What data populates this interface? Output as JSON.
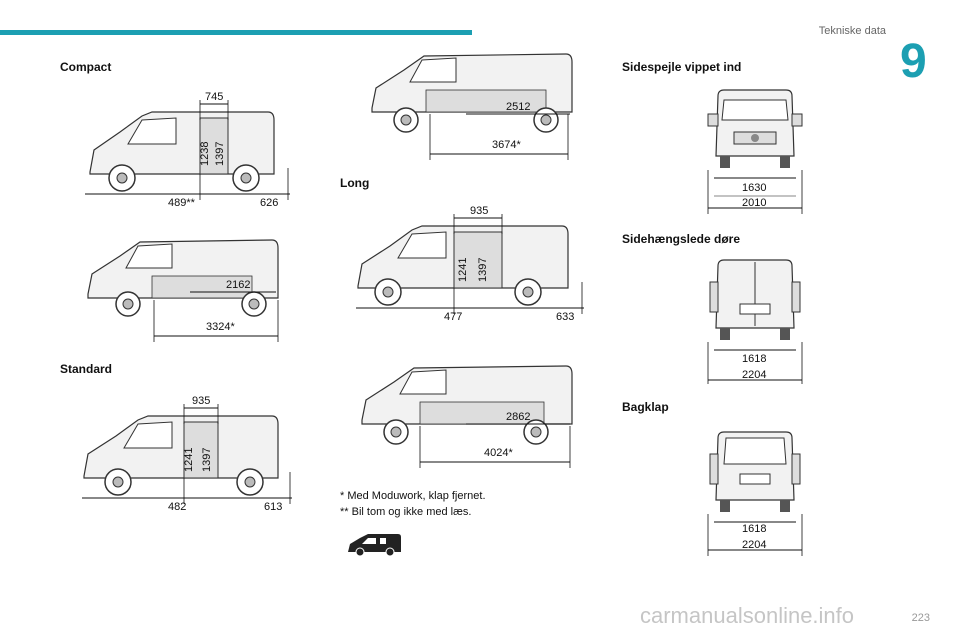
{
  "header": {
    "title": "Tekniske data",
    "chapter": "9"
  },
  "sections": {
    "compact": "Compact",
    "standard": "Standard",
    "long": "Long",
    "mirrors": "Sidespejle vippet ind",
    "side_doors": "Sidehængslede døre",
    "tailgate": "Bagklap"
  },
  "dims": {
    "compact_top": {
      "width": "745",
      "h1": "1238",
      "h2": "1397",
      "left": "489**",
      "right": "626"
    },
    "compact_bottom": {
      "inner": "2162",
      "outer": "3324*"
    },
    "standard_top": {
      "width": "935",
      "h1": "1241",
      "h2": "1397",
      "left": "482",
      "right": "613"
    },
    "long_top": {
      "inner": "2512",
      "outer": "3674*"
    },
    "long_mid": {
      "width": "935",
      "h1": "1241",
      "h2": "1397",
      "left": "477",
      "right": "633"
    },
    "long_bottom": {
      "inner": "2862",
      "outer": "4024*"
    },
    "mirrors": {
      "inner": "1630",
      "outer": "2010"
    },
    "side_doors": {
      "inner": "1618",
      "outer": "2204"
    },
    "tailgate": {
      "inner": "1618",
      "outer": "2204"
    }
  },
  "footnotes": {
    "note1": "* Med Moduwork, klap fjernet.",
    "note2": "** Bil tom og ikke med læs."
  },
  "footer": {
    "page_number": "223",
    "watermark": "carmanualsonline.info"
  }
}
